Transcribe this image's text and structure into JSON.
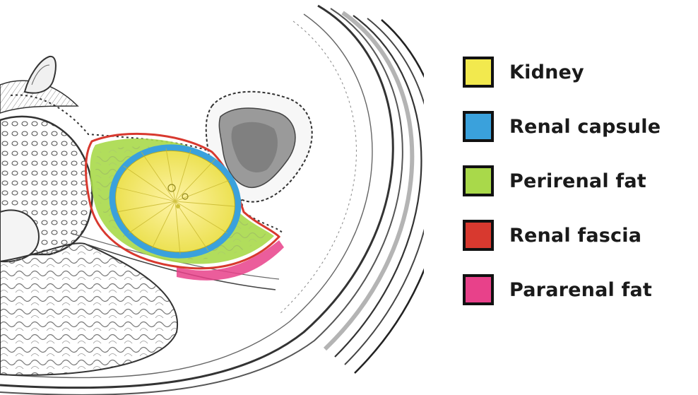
{
  "legend": {
    "items": [
      {
        "label": "Kidney",
        "color": "#f2e94e"
      },
      {
        "label": "Renal capsule",
        "color": "#3aa1dc"
      },
      {
        "label": "Perirenal fat",
        "color": "#a9d94a"
      },
      {
        "label": "Renal fascia",
        "color": "#d8392f"
      },
      {
        "label": "Pararenal fat",
        "color": "#e8418a"
      }
    ]
  }
}
